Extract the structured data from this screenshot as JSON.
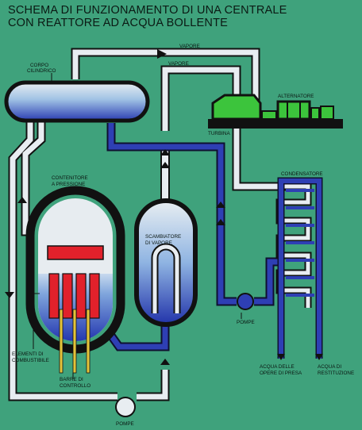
{
  "title_line1": "SCHEMA DI FUNZIONAMENTO DI UNA CENTRALE",
  "title_line2": "CON REATTORE AD ACQUA BOLLENTE",
  "labels": {
    "corpo_l1": "CORPO",
    "corpo_l2": "CILINDRICO",
    "vapore_top": "VAPORE",
    "vapore_mid": "VAPORE",
    "alternatore": "ALTERNATORE",
    "turbina": "TURBINA",
    "contenitore_l1": "CONTENITORE",
    "contenitore_l2": "A PRESSIONE",
    "condensatore": "CONDENSATORE",
    "scambiatore_l1": "SCAMBIATORE",
    "scambiatore_l2": "DI VAPORE",
    "pompe_right": "POMPE",
    "pompe_bottom": "POMPE",
    "elementi_l1": "ELEMENTI DI",
    "elementi_l2": "COMBUSTIBILE",
    "barre_l1": "BARRE DI",
    "barre_l2": "CONTROLLO",
    "acqua_presa_l1": "ACQUA DELLE",
    "acqua_presa_l2": "OPERE DI PRESA",
    "acqua_rest_l1": "ACQUA DI",
    "acqua_rest_l2": "RESTITUZIONE"
  },
  "colors": {
    "background": "#3fa27c",
    "outline": "#0d0d0d",
    "pipe_steam": "#e8edf1",
    "water": "#2e3fb4",
    "fuel": "#e1212b",
    "control_rod": "#e3c33a",
    "turbine": "#3cc43c"
  }
}
